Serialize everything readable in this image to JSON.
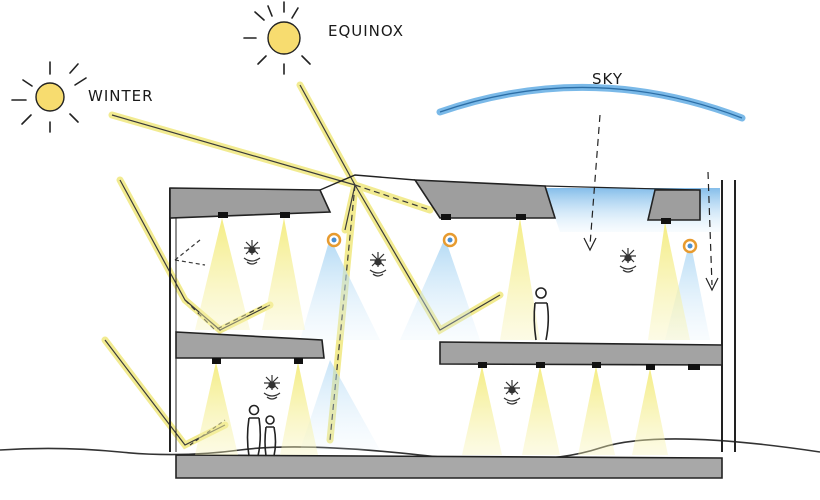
{
  "labels": {
    "winter": "WINTER",
    "equinox": "EQUINOX",
    "sky": "SKY"
  },
  "colors": {
    "sun": "#f7dc6f",
    "sun_outline": "#222222",
    "sunlight": "#f2eb8a",
    "sky": "#8fc3ea",
    "skylight": "#bfe0f7",
    "slab": "#9a9a9a",
    "ink": "#2a2a2a",
    "lamp_glow": "#fff3a6"
  }
}
